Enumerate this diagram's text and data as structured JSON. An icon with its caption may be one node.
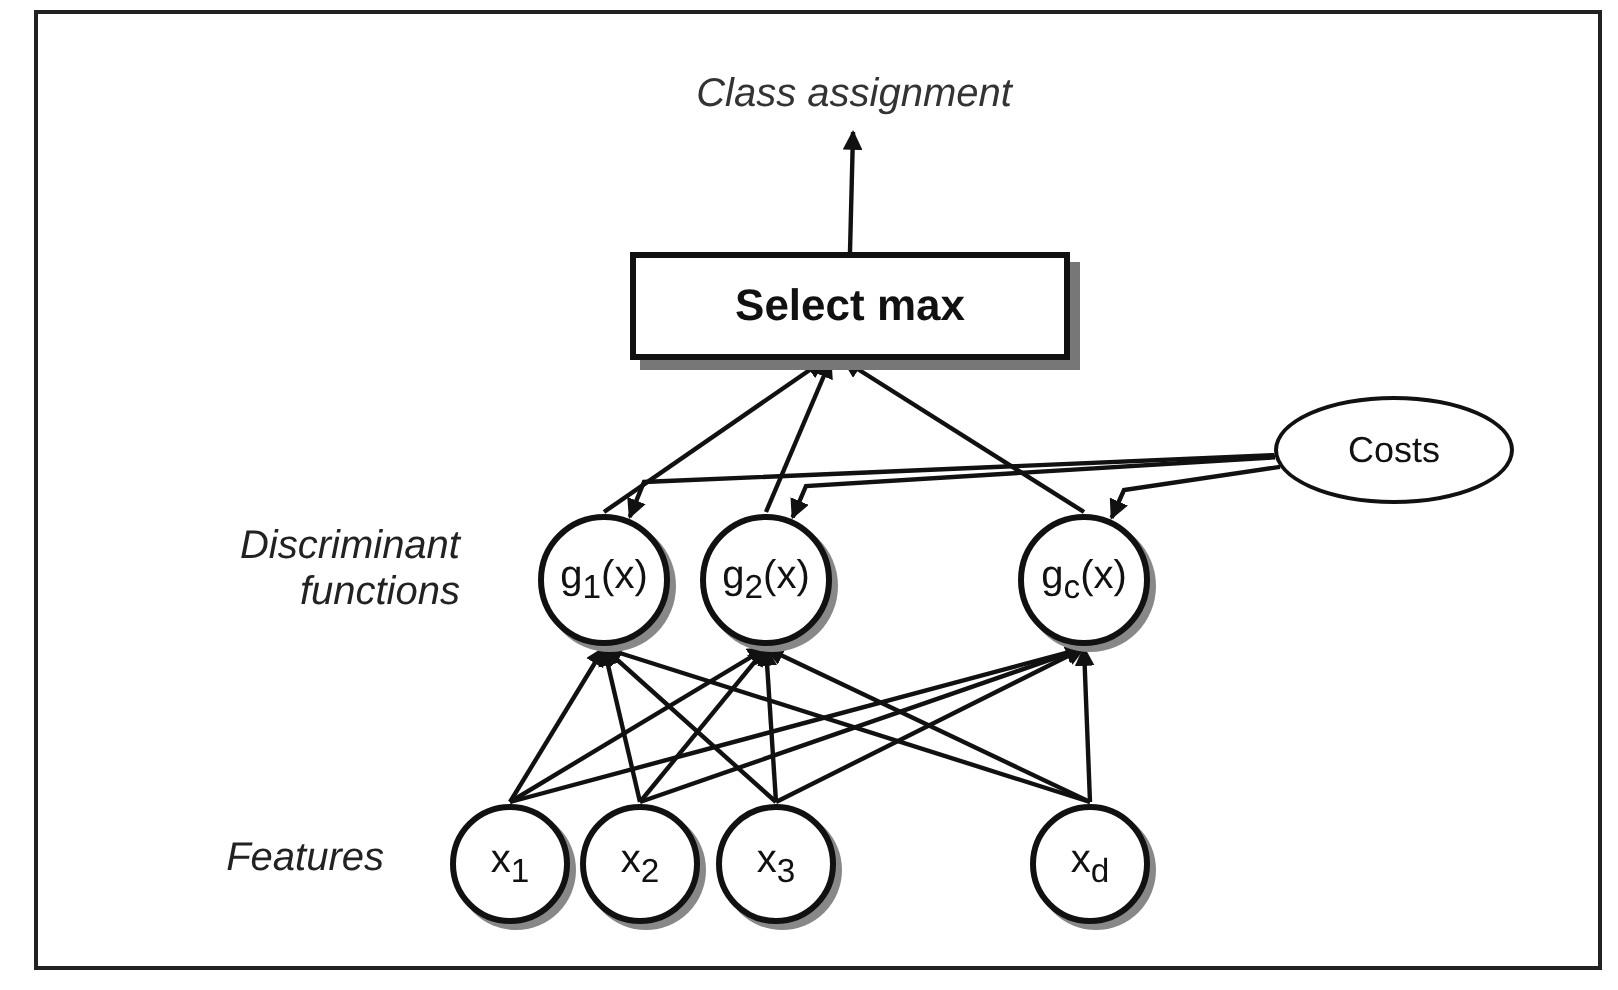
{
  "diagram": {
    "nodes": [
      {
        "text": [
          "Class assignment"
        ]
      },
      {
        "text": [
          "Select max"
        ]
      },
      {
        "text": [
          "Costs"
        ]
      },
      {
        "text": [
          "g$_{1}$(x)"
        ]
      },
      {
        "text": [
          "g$_{2}$(x)"
        ]
      },
      {
        "text": [
          "g$_{c}$(x)"
        ]
      },
      {
        "text": [
          "x$_{1}$"
        ]
      },
      {
        "text": [
          "x$_{2}$"
        ]
      },
      {
        "text": [
          "x$_{3}$"
        ]
      },
      {
        "text": [
          "x$_{d}$"
        ]
      }
    ],
    "edges": [
      {
        "from": 1,
        "to": 0,
        "arrow": "to"
      },
      {
        "from": 3,
        "to": 1,
        "arrow": "to"
      },
      {
        "from": 4,
        "to": 1,
        "arrow": "to"
      },
      {
        "from": 5,
        "to": 1,
        "arrow": "to"
      },
      {
        "from": 2,
        "to": 3,
        "arrow": "to"
      },
      {
        "from": 2,
        "to": 4,
        "arrow": "to"
      },
      {
        "from": 2,
        "to": 5,
        "arrow": "to"
      },
      {
        "from": 6,
        "to": 3,
        "arrow": "to"
      },
      {
        "from": 6,
        "to": 4,
        "arrow": "to"
      },
      {
        "from": 6,
        "to": 5,
        "arrow": "to"
      },
      {
        "from": 7,
        "to": 3,
        "arrow": "to"
      },
      {
        "from": 7,
        "to": 4,
        "arrow": "to"
      },
      {
        "from": 7,
        "to": 5,
        "arrow": "to"
      },
      {
        "from": 8,
        "to": 3,
        "arrow": "to"
      },
      {
        "from": 8,
        "to": 4,
        "arrow": "to"
      },
      {
        "from": 8,
        "to": 5,
        "arrow": "to"
      },
      {
        "from": 9,
        "to": 3,
        "arrow": "to"
      },
      {
        "from": 9,
        "to": 4,
        "arrow": "to"
      },
      {
        "from": 9,
        "to": 5,
        "arrow": "to"
      }
    ],
    "labels": [
      "Discriminant functions",
      "Features"
    ]
  }
}
